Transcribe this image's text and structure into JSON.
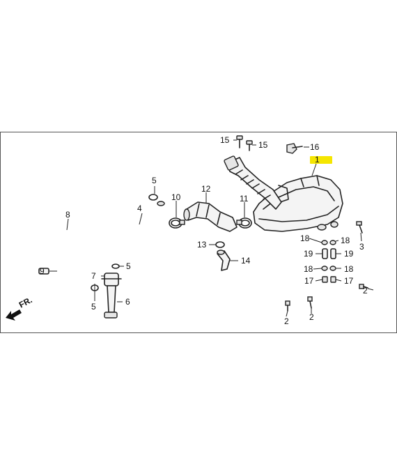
{
  "front_label": "FR.",
  "highlight_color": "#f5e600",
  "callouts": [
    {
      "id": "c1",
      "text": "1"
    },
    {
      "id": "c2a",
      "text": "2"
    },
    {
      "id": "c2b",
      "text": "2"
    },
    {
      "id": "c2c",
      "text": "2"
    },
    {
      "id": "c3",
      "text": "3"
    },
    {
      "id": "c4",
      "text": "4"
    },
    {
      "id": "c5a",
      "text": "5"
    },
    {
      "id": "c5b",
      "text": "5"
    },
    {
      "id": "c5c",
      "text": "5"
    },
    {
      "id": "c6",
      "text": "6"
    },
    {
      "id": "c7",
      "text": "7"
    },
    {
      "id": "c8",
      "text": "8"
    },
    {
      "id": "c9",
      "text": "9"
    },
    {
      "id": "c10",
      "text": "10"
    },
    {
      "id": "c11",
      "text": "11"
    },
    {
      "id": "c12",
      "text": "12"
    },
    {
      "id": "c13",
      "text": "13"
    },
    {
      "id": "c14",
      "text": "14"
    },
    {
      "id": "c15a",
      "text": "15"
    },
    {
      "id": "c15b",
      "text": "15"
    },
    {
      "id": "c16",
      "text": "16"
    },
    {
      "id": "c17a",
      "text": "17"
    },
    {
      "id": "c17b",
      "text": "17"
    },
    {
      "id": "c18a",
      "text": "18"
    },
    {
      "id": "c18b",
      "text": "18"
    },
    {
      "id": "c18c",
      "text": "18"
    },
    {
      "id": "c18d",
      "text": "18"
    },
    {
      "id": "c19a",
      "text": "19"
    },
    {
      "id": "c19b",
      "text": "19"
    }
  ]
}
